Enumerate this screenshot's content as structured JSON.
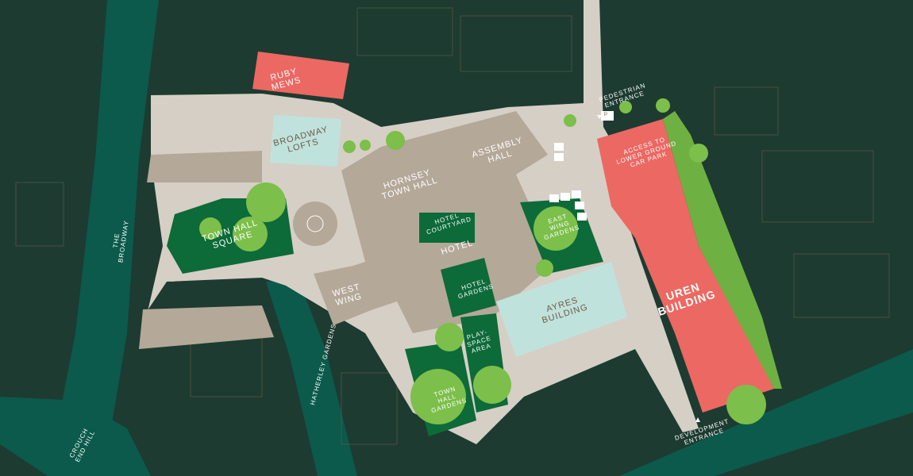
{
  "map": {
    "colors": {
      "background": "#1d3b31",
      "road": "#0b5a4c",
      "paving": "#d6cfc5",
      "building": "#b4a899",
      "highlight": "#ec6862",
      "light_building": "#c0e2dc",
      "garden": "#0d6a39",
      "tree": "#7cbf4a"
    },
    "buildings": {
      "ruby_mews": "RUBY\nMEWS",
      "broadway_lofts": "BROADWAY\nLOFTS",
      "hornsey_town_hall": "HORNSEY\nTOWN HALL",
      "assembly_hall": "ASSEMBLY\nHALL",
      "hotel": "HOTEL",
      "west_wing": "WEST\nWING",
      "ayres_building": "AYRES\nBUILDING",
      "uren_building": "UREN\nBUILDING"
    },
    "spaces": {
      "town_hall_square": "TOWN HALL\nSQUARE",
      "hotel_courtyard": "HOTEL\nCOURTYARD",
      "hotel_gardens": "HOTEL\nGARDENS",
      "east_wing_gardens": "EAST\nWING\nGARDENS",
      "play_space_area": "PLAY-\nSPACE\nAREA",
      "town_hall_gardens": "TOWN\nHALL\nGARDENS"
    },
    "streets": {
      "the_broadway": "THE\nBROADWAY",
      "haverley_gardens": "HATHERLEY GARDENS",
      "crouch_end_hill": "CROUCH\nEND HILL"
    },
    "annotations": {
      "pedestrian_entrance": "PEDESTRIAN\nENTRANCE",
      "car_park_access": "ACCESS TO\nLOWER GROUND\nCAR PARK",
      "development_entrance": "DEVELOPMENT\nENTRANCE",
      "parking_symbol": "P"
    }
  }
}
